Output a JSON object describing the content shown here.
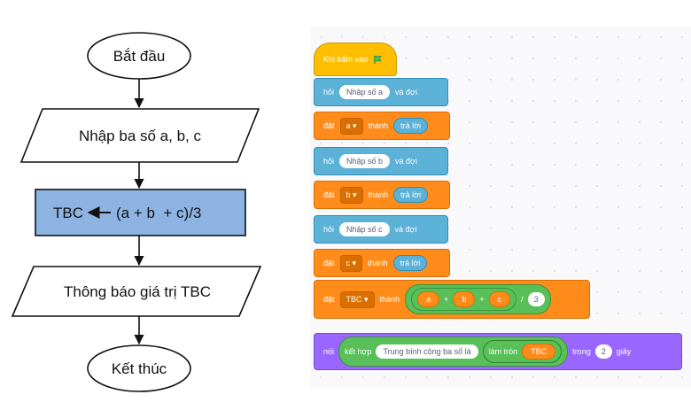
{
  "flowchart": {
    "start": "Bắt đầu",
    "input": "Nhập ba số a, b, c",
    "process_target": "TBC",
    "process_expr": "(a + b  + c)/3",
    "output": "Thông báo giá trị TBC",
    "end": "Kết thúc",
    "colors": {
      "process_fill": "#8db3e2",
      "stroke": "#111111"
    }
  },
  "scratch": {
    "hat_label": "Khi bấm vào",
    "hat_icon": "green-flag-icon",
    "blocks": [
      {
        "kind": "ask",
        "label": "hỏi",
        "prompt": "Nhập số a",
        "suffix": "và đợi"
      },
      {
        "kind": "set",
        "label": "đặt",
        "var": "a",
        "mid": "thành",
        "value": "trả lời"
      },
      {
        "kind": "ask",
        "label": "hỏi",
        "prompt": "Nhập số b",
        "suffix": "và đợi"
      },
      {
        "kind": "set",
        "label": "đặt",
        "var": "b",
        "mid": "thành",
        "value": "trả lời"
      },
      {
        "kind": "ask",
        "label": "hỏi",
        "prompt": "Nhập số c",
        "suffix": "và đợi"
      },
      {
        "kind": "set",
        "label": "đặt",
        "var": "c",
        "mid": "thành",
        "value": "trả lời"
      }
    ],
    "set_tbc": {
      "label": "đặt",
      "var": "TBC",
      "mid": "thành",
      "a": "a",
      "plus1": "+",
      "b": "b",
      "plus2": "+",
      "c": "c",
      "div": "/",
      "divisor": "3"
    },
    "say": {
      "label": "nói",
      "join": "kết hợp",
      "text": "Trung bình cộng ba số là",
      "round": "làm tròn",
      "var": "TBC",
      "in": "trong",
      "secs": "2",
      "unit": "giây"
    },
    "colors": {
      "sensing": "#5cb1d6",
      "variables": "#ff8c1a",
      "operators": "#59c059",
      "looks": "#9966ff",
      "events": "#ffbf00"
    }
  }
}
